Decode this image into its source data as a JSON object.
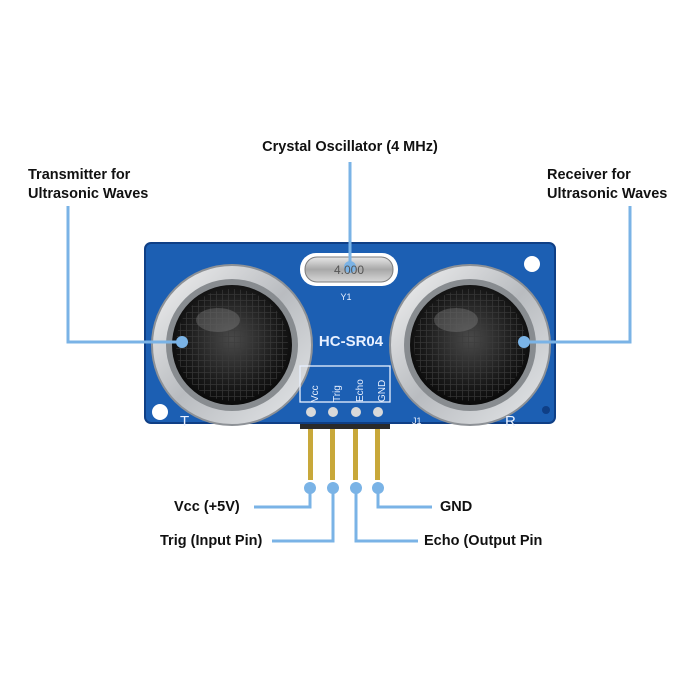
{
  "labels": {
    "crystal": "Crystal Oscillator (4 MHz)",
    "transmitter": [
      "Transmitter for",
      "Ultrasonic Waves"
    ],
    "receiver": [
      "Receiver for",
      "Ultrasonic Waves"
    ],
    "vcc": "Vcc (+5V)",
    "trig": "Trig (Input Pin)",
    "echo": "Echo (Output Pin",
    "gnd": "GND"
  },
  "board": {
    "model": "HC-SR04",
    "crystal_marking": "4.000",
    "crystal_ref": "Y1",
    "connector_ref": "J1",
    "transmitter_mark": "T",
    "receiver_mark": "R",
    "pin_silkscreen": [
      "Vcc",
      "Trig",
      "Echo",
      "GND"
    ]
  },
  "colors": {
    "pcb": "#1c5fb3",
    "pcb_dark": "#0f3f86",
    "callout": "#7ab3e6",
    "silk": "#e8f0ff",
    "pin": "#b8962a"
  }
}
